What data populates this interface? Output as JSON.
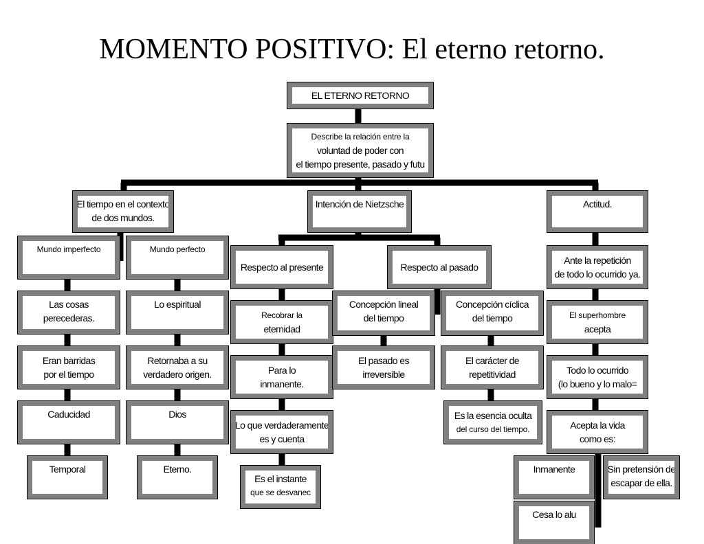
{
  "title": "MOMENTO POSITIVO: El eterno retorno.",
  "nodes": {
    "root": "EL ETERNO RETORNO",
    "describe": [
      "Describe la relación entre la",
      "voluntad de poder con",
      "el tiempo presente, pasado y futu"
    ],
    "tiempo": [
      "El tiempo en el contexto",
      "de dos mundos."
    ],
    "intencion": "Intención de Nietzsche",
    "actitud": "Actitud.",
    "mundo_imperfecto": "Mundo imperfecto",
    "mundo_perfecto": "Mundo perfecto",
    "resp_presente": "Respecto al presente",
    "resp_pasado": "Respecto al pasado",
    "ante_repeticion": [
      "Ante la repetición",
      "de todo lo ocurrido ya."
    ],
    "cosas": [
      "Las cosas",
      "perecederas."
    ],
    "espiritual": "Lo espiritual",
    "recobrar": [
      "Recobrar la",
      "eternidad"
    ],
    "lineal": [
      "Concepción lineal",
      "del tiempo"
    ],
    "ciclica": [
      "Concepción cíclica",
      "del tiempo"
    ],
    "superhombre": [
      "El superhombre",
      "acepta"
    ],
    "barridas": [
      "Eran barridas",
      "por el tiempo"
    ],
    "retornaba": [
      "Retornaba a su",
      "verdadero origen."
    ],
    "inmanente_para": [
      "Para lo",
      "inmanente."
    ],
    "irreversible": [
      "El pasado es",
      "irreversible"
    ],
    "repetitividad": [
      "El carácter de",
      "repetitividad"
    ],
    "todo_ocurrido": [
      "Todo lo ocurrido",
      "(lo bueno y lo malo="
    ],
    "caducidad": "Caducidad",
    "dios": "Dios",
    "verdaderamente": [
      "Lo que verdaderamente",
      "es y cuenta"
    ],
    "esencia": [
      "Es la esencia oculta",
      "del curso del tiempo."
    ],
    "acepta_vida": [
      "Acepta la vida",
      "como es:"
    ],
    "temporal": "Temporal",
    "eterno": "Eterno.",
    "instante": [
      "Es el instante",
      "que se desvanec"
    ],
    "inmanente": "Inmanente",
    "pretension": [
      "Sin pretensión de",
      "escapar de ella."
    ],
    "bottom_partial": "Cesa lo alu"
  }
}
